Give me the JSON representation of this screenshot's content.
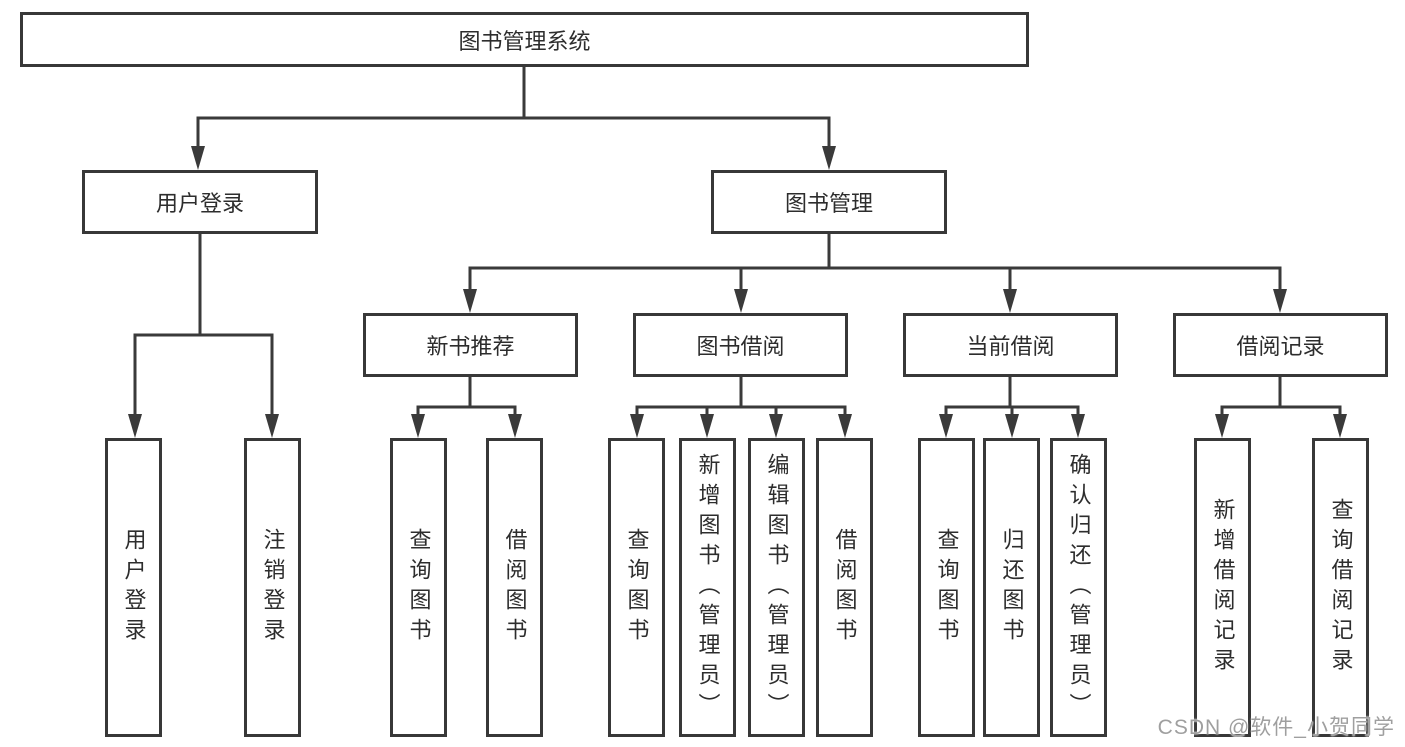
{
  "diagram": {
    "root": "图书管理系统",
    "user_login_branch": {
      "label": "用户登录",
      "children": [
        "用户登录",
        "注销登录"
      ]
    },
    "book_mgmt_branch": {
      "label": "图书管理",
      "sections": [
        {
          "label": "新书推荐",
          "children": [
            "查询图书",
            "借阅图书"
          ]
        },
        {
          "label": "图书借阅",
          "children": [
            "查询图书",
            "新增图书（管理员）",
            "编辑图书（管理员）",
            "借阅图书"
          ]
        },
        {
          "label": "当前借阅",
          "children": [
            "查询图书",
            "归还图书",
            "确认归还（管理员）"
          ]
        },
        {
          "label": "借阅记录",
          "children": [
            "新增借阅记录",
            "查询借阅记录"
          ]
        }
      ]
    }
  },
  "colors": {
    "line": "#3a3a3a",
    "box_border": "#383838",
    "text": "#2d2d2d",
    "watermark": "#9f9f9f",
    "background": "#ffffff"
  },
  "watermark": "CSDN @软件_小贺同学"
}
